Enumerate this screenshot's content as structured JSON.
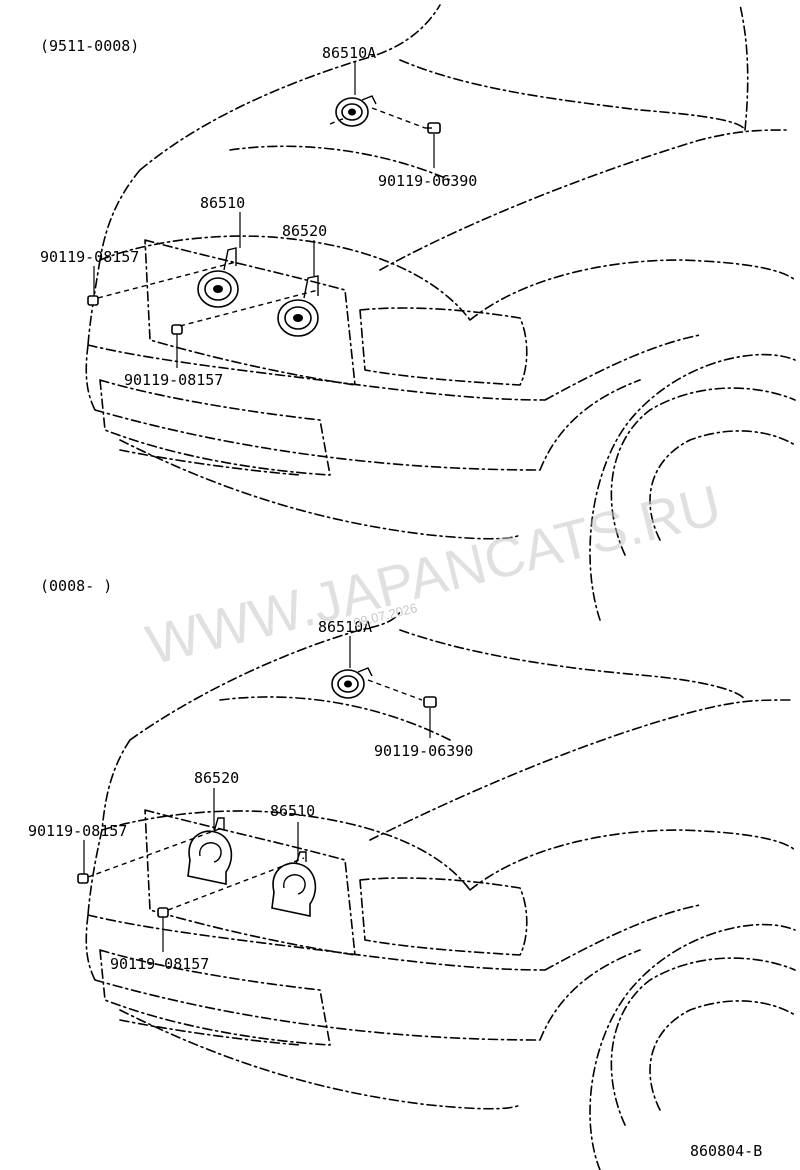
{
  "diagram": {
    "sections": [
      {
        "range_label": "(9511-0008)",
        "callouts": [
          "86510A",
          "90119-06390",
          "86510",
          "86520",
          "90119-08157",
          "90119-08157"
        ]
      },
      {
        "range_label": "(0008-      )",
        "callouts": [
          "86510A",
          "90119-06390",
          "86520",
          "86510",
          "90119-08157",
          "90119-08157"
        ]
      }
    ],
    "watermark": "WWW.JAPANCATS.RU",
    "watermark_date": "09.07.2026",
    "figure_id": "860804-B"
  }
}
